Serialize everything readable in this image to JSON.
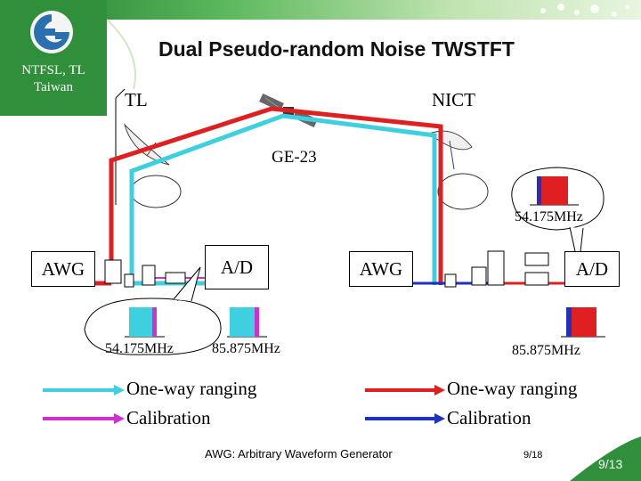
{
  "slide": {
    "title": "Dual Pseudo-random Noise TWSTFT",
    "org_line1": "NTFSL, TL",
    "org_line2": "Taiwan",
    "page_number": "9/18",
    "slide_counter": "9/13"
  },
  "diagram": {
    "site_left": "TL",
    "site_right": "NICT",
    "satellite": "GE-23",
    "awg_left": "AWG",
    "ad_left": "A/D",
    "awg_right": "AWG",
    "ad_right": "A/D",
    "freq_left_1": "54.175MHz",
    "freq_left_2": "85.875MHz",
    "freq_right_top": "54.175MHz",
    "freq_right_bottom": "85.875MHz"
  },
  "legend": {
    "left_oneway": "One-way ranging",
    "left_calibration": "Calibration",
    "right_oneway": "One-way ranging",
    "right_calibration": "Calibration",
    "footnote": "AWG: Arbitrary Waveform Generator"
  },
  "colors": {
    "cyan_path": "#3fd0e0",
    "magenta_path": "#d030d0",
    "red_path": "#e02020",
    "blue_path": "#2030c0",
    "banner_green": "#2f8f3a"
  }
}
